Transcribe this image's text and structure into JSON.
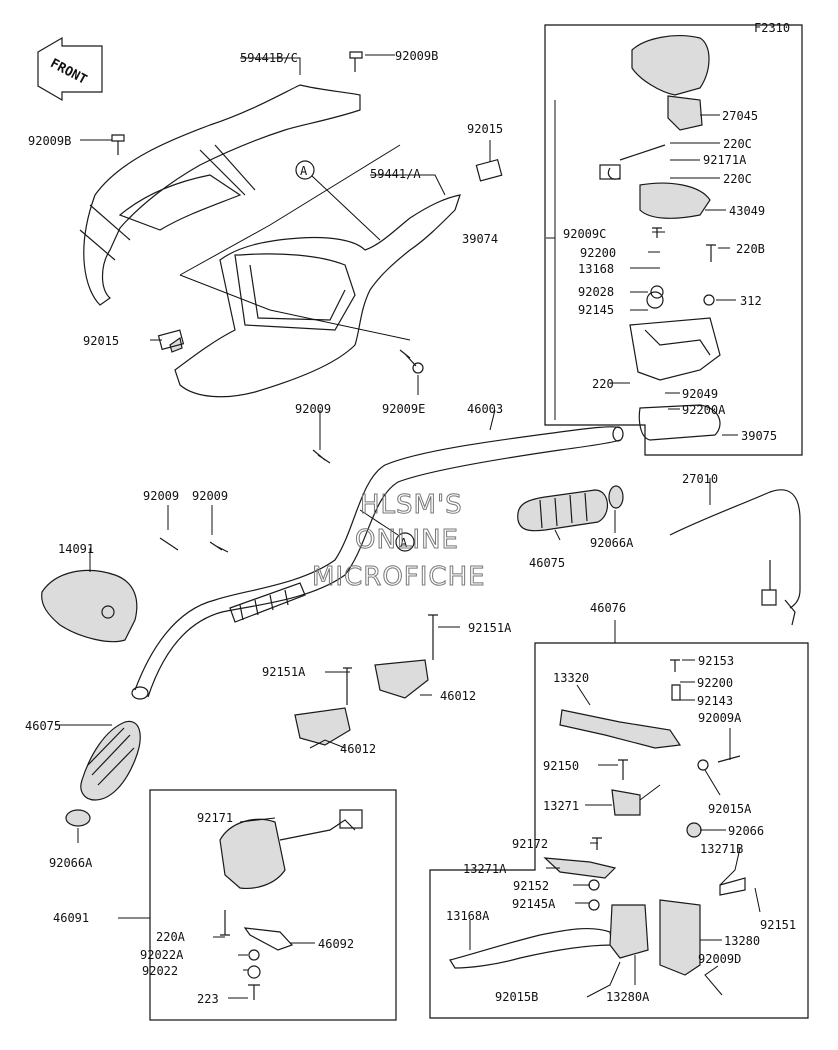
{
  "figure_code": "F2310",
  "front_label": "FRONT",
  "markers": [
    "A",
    "A"
  ],
  "watermark": [
    "HLSM'S",
    "ONLINE",
    "MICROFICHE"
  ],
  "part_labels": [
    "59441B/C",
    "92009B",
    "92009B",
    "92015",
    "59441/A",
    "92015",
    "92009",
    "92009E",
    "46003",
    "92009",
    "92009",
    "14091",
    "46075",
    "92066A",
    "27010",
    "92151A",
    "92151A",
    "46012",
    "46012",
    "46075",
    "92066A",
    "46076",
    "27045",
    "220C",
    "92171A",
    "220C",
    "43049",
    "92009C",
    "92200",
    "39074",
    "13168",
    "220B",
    "92028",
    "312",
    "92145",
    "220",
    "92049",
    "92200A",
    "39075",
    "13320",
    "92153",
    "92200",
    "92143",
    "92009A",
    "92150",
    "92015A",
    "13271",
    "92066",
    "92172",
    "13271B",
    "13271A",
    "92152",
    "92145A",
    "92151",
    "13168A",
    "13280",
    "92009D",
    "92015B",
    "13280A",
    "92171",
    "46091",
    "220A",
    "46092",
    "92022A",
    "92022",
    "223"
  ]
}
